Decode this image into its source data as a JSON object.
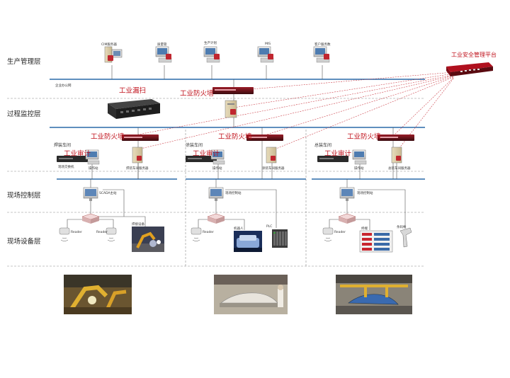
{
  "layers": [
    "生产管理层",
    "过程监控层",
    "现场控制层",
    "现场设备层"
  ],
  "platform_label": "工业安全管理平台",
  "mgmt_servers": [
    "CIM服务器",
    "质量管",
    "生产计划",
    "MIS",
    "客户服务数"
  ],
  "enterprise_net": "企业办公网",
  "scan_label": "工业漏扫",
  "top_firewall": "工业防火墙",
  "workshops": [
    {
      "name": "焊装车间",
      "firewall": "工业防火墙",
      "audit": "工业审计",
      "switch": "现场交换机",
      "station": "操作站",
      "server": "焊装车间服务器",
      "ctrl": "SCADA主站",
      "devices": [
        "Reader",
        "Reader",
        "焊接设备"
      ]
    },
    {
      "name": "涂装车间",
      "firewall": "工业防火墙",
      "audit": "工业审计",
      "switch": "",
      "station": "操作站",
      "server": "涂装车间服务器",
      "ctrl": "现场控制站",
      "devices": [
        "Reader",
        "机器人",
        "PLC"
      ]
    },
    {
      "name": "总装车间",
      "firewall": "工业防火墙",
      "audit": "工业审计",
      "switch": "",
      "station": "操作站",
      "server": "总装车间服务器",
      "ctrl": "现场控制站",
      "devices": [
        "Reader",
        "终端",
        "条码枪"
      ]
    }
  ]
}
